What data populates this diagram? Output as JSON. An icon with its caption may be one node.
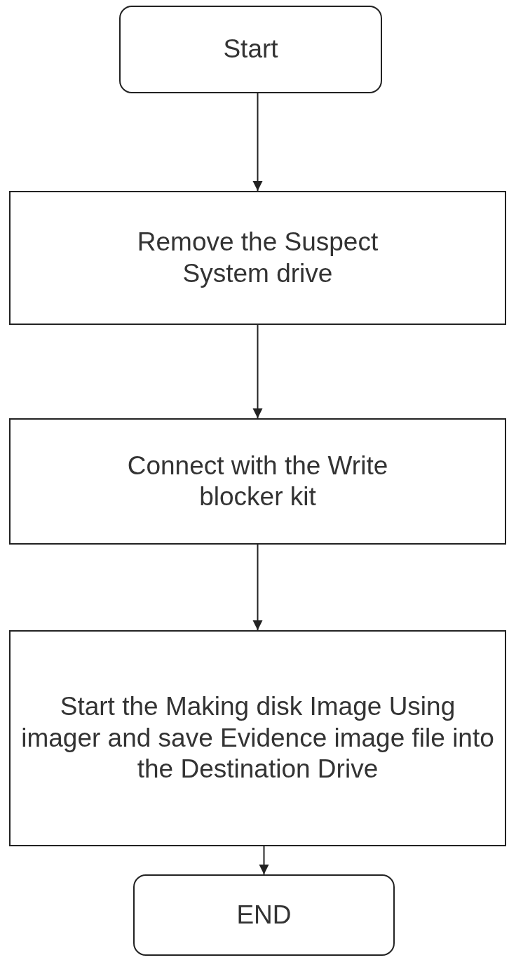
{
  "diagram": {
    "nodes": [
      {
        "text": [
          "Start"
        ]
      },
      {
        "text": [
          "Remove the Suspect System drive"
        ]
      },
      {
        "text": [
          "Connect with the Write blocker kit"
        ]
      },
      {
        "text": [
          "Start the Making disk Image Using imager and save Evidence image file into the Destination Drive"
        ]
      },
      {
        "text": [
          "END"
        ]
      }
    ],
    "edges": [
      {
        "from": 0,
        "to": 1,
        "arrow": "to"
      },
      {
        "from": 1,
        "to": 2,
        "arrow": "to"
      },
      {
        "from": 2,
        "to": 3,
        "arrow": "to"
      },
      {
        "from": 3,
        "to": 4,
        "arrow": "to"
      }
    ]
  }
}
